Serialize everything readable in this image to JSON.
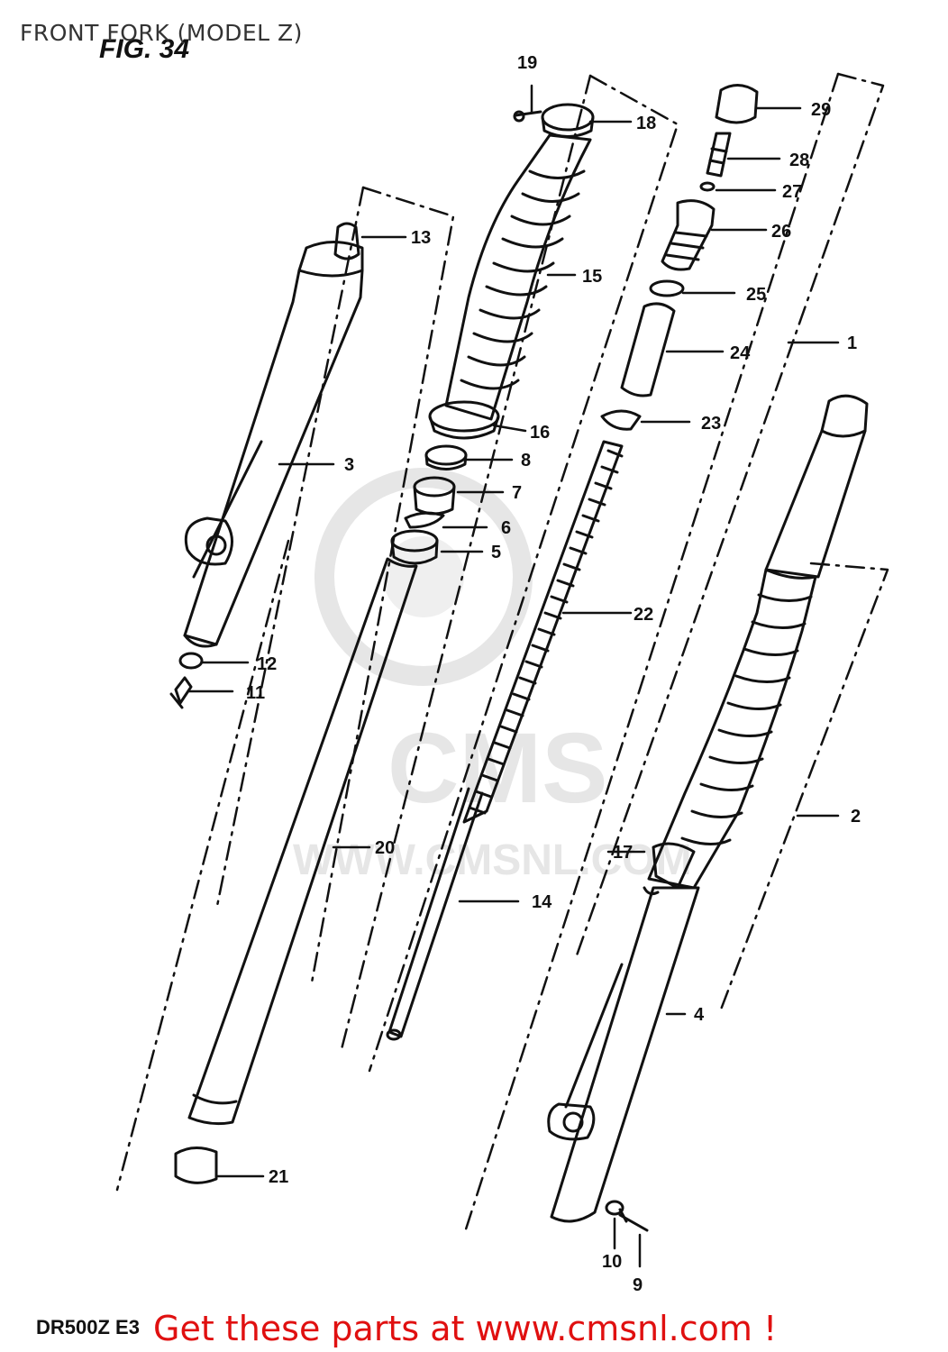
{
  "caption": "FRONT FORK (MODEL Z)",
  "figure_label": "FIG. 34",
  "model_code": "DR500Z  E3",
  "cta": "Get these parts at www.cmsnl.com !",
  "watermark": {
    "brand": "CMS",
    "url": "WWW.CMSNL.COM"
  },
  "callouts": {
    "c1": "1",
    "c2": "2",
    "c3": "3",
    "c4": "4",
    "c5": "5",
    "c6": "6",
    "c7": "7",
    "c8": "8",
    "c9": "9",
    "c10": "10",
    "c11": "11",
    "c12": "12",
    "c13": "13",
    "c14": "14",
    "c15": "15",
    "c16": "16",
    "c17": "17",
    "c18": "18",
    "c19": "19",
    "c20": "20",
    "c21": "21",
    "c22": "22",
    "c23": "23",
    "c24": "24",
    "c25": "25",
    "c26": "26",
    "c27": "27",
    "c28": "28",
    "c29": "29"
  },
  "colors": {
    "cta": "#e01010",
    "ink": "#111111",
    "watermark": "#e6e6e6"
  }
}
